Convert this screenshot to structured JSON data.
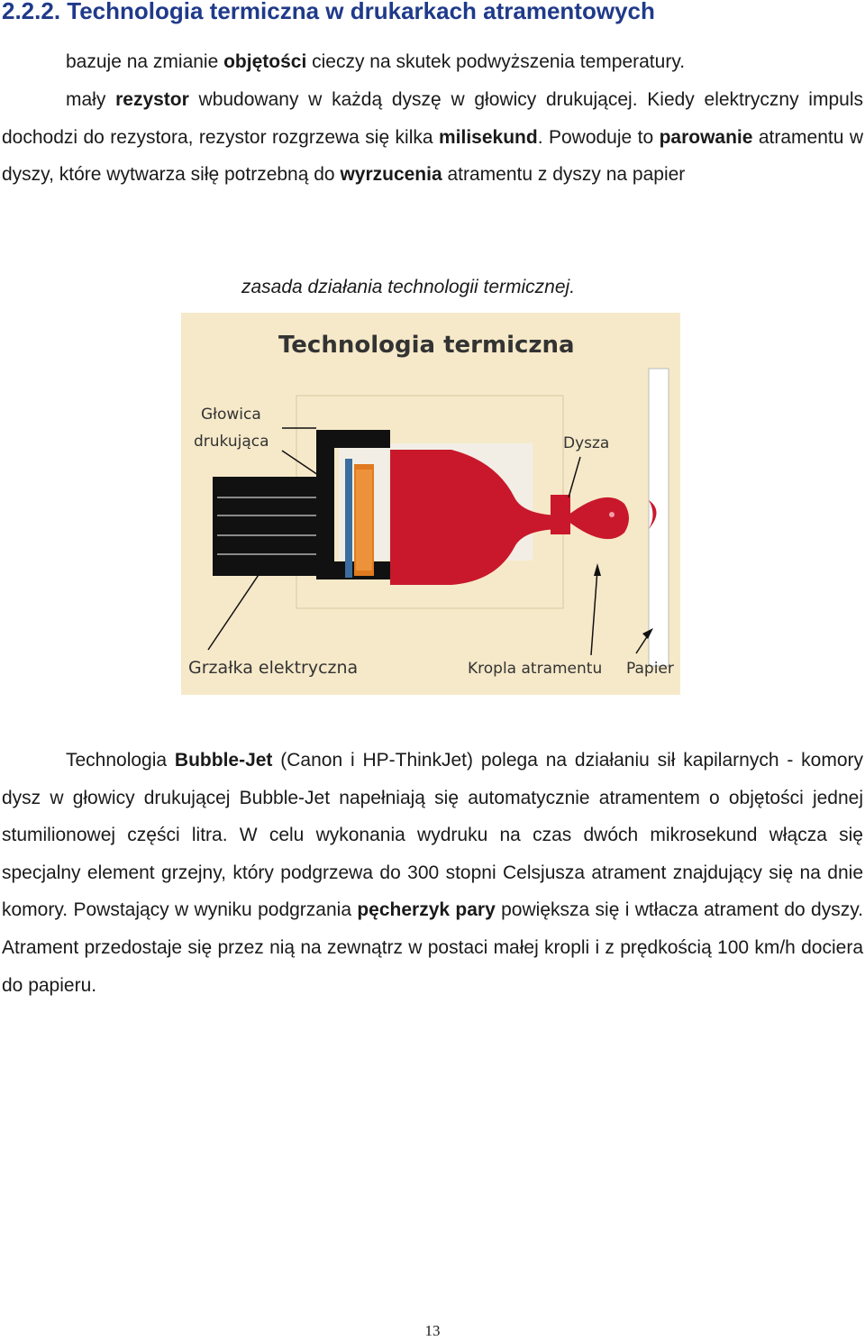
{
  "heading": "2.2.2. Technologia termiczna w drukarkach atramentowych",
  "intro": {
    "line1": {
      "t1": "bazuje na zmianie ",
      "b1": "objętości",
      "t2": " cieczy na skutek podwyższenia temperatury."
    },
    "line2": {
      "t1": "mały ",
      "b1": "rezystor",
      "t2": " wbudowany w każdą dyszę w głowicy drukującej. Kiedy elektryczny impuls dochodzi do rezystora, rezystor rozgrzewa się kilka ",
      "b2": "milisekund",
      "t3": ". Powoduje to ",
      "b3": "parowanie",
      "t4": " atramentu w dyszy, które wytwarza siłę potrzebną do ",
      "b4": "wyrzucenia",
      "t5": " atramentu z dyszy na papier"
    }
  },
  "caption": "zasada działania technologii termicznej.",
  "figure": {
    "title": "Technologia termiczna",
    "label_head_1": "Głowica",
    "label_head_2": "drukująca",
    "label_nozzle": "Dysza",
    "label_heater": "Grzałka elektryczna",
    "label_drop": "Kropla atramentu",
    "label_paper": "Papier",
    "colors": {
      "background": "#f6e9c9",
      "ink": "#c9182b",
      "frame": "#111111",
      "heater": "#e07a1f"
    }
  },
  "bubblejet": {
    "t1": "Technologia ",
    "b1": "Bubble-Jet",
    "t2": " (Canon i HP-ThinkJet) polega na działaniu sił kapilarnych - komory dysz w głowicy drukującej Bubble-Jet napełniają się automatycznie atramentem o objętości jednej stumilionowej części litra. W celu wykonania wydruku na czas dwóch mikrosekund włącza się specjalny element grzejny, który podgrzewa do 300 stopni Celsjusza atrament znajdujący się na dnie komory. Powstający w wyniku podgrzania ",
    "b2": "pęcherzyk pary",
    "t3": " powiększa się i wtłacza atrament do dyszy. Atrament przedostaje się przez nią na zewnątrz w postaci małej kropli i z prędkością 100 km/h dociera do papieru."
  },
  "page_number": "13"
}
